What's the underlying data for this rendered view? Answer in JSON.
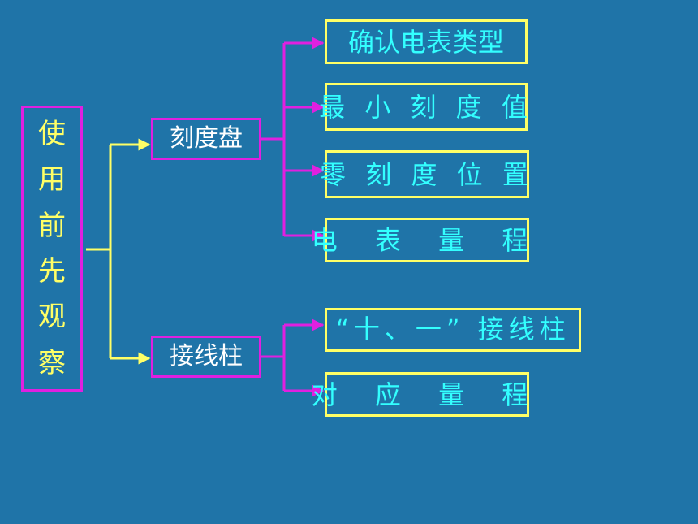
{
  "root": {
    "chars": [
      "使",
      "用",
      "前",
      "先",
      "观",
      "察"
    ]
  },
  "branches": [
    {
      "label": "刻度盘",
      "children": [
        "确认电表类型",
        "最 小 刻 度 值",
        "零 刻 度 位 置",
        "电 表 量 程"
      ]
    },
    {
      "label": "接线柱",
      "children": [
        "“十、一” 接线柱",
        "对 应 量 程"
      ]
    }
  ],
  "colors": {
    "background": "#1f74a8",
    "root_text": "#ffff66",
    "branch_text": "#ffffff",
    "leaf_text": "#33ffff",
    "magenta": "#e020e0",
    "yellow": "#ffff66"
  }
}
